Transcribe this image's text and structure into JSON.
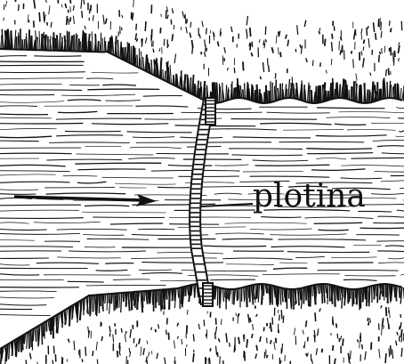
{
  "diagram": {
    "label": "plotina",
    "colors": {
      "ink": "#111111",
      "paper": "#ffffff"
    },
    "elements": [
      "upper-riverbank",
      "lower-riverbank",
      "water-surface",
      "dam-wall",
      "flow-arrow",
      "leader-line"
    ]
  }
}
